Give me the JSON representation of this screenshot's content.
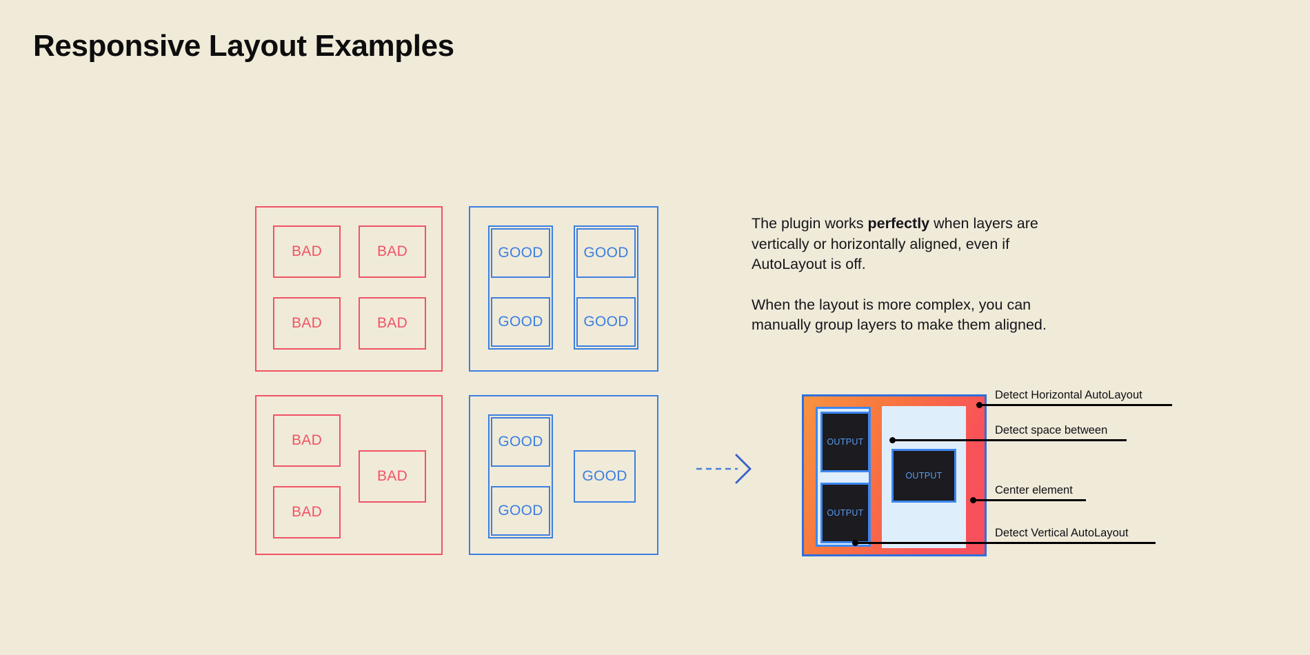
{
  "page": {
    "title": "Responsive Layout Examples",
    "background_color": "#f0ead9",
    "bad_color": "#f05364",
    "good_color": "#3b7fe0",
    "text_color": "#15151a"
  },
  "copy": {
    "paragraph1_part1": "The plugin works ",
    "paragraph1_bold": "perfectly",
    "paragraph1_part2": " when layers are vertically or horizontally aligned, even if AutoLayout is off.",
    "paragraph2": "When the layout is more complex, you can manually group layers to make them aligned."
  },
  "arrow": {
    "icon": "dashed-right-arrow-icon"
  },
  "panels": {
    "bad_grid": {
      "label": "bad-grid-panel",
      "cells": [
        {
          "text": "BAD"
        },
        {
          "text": "BAD"
        },
        {
          "text": "BAD"
        },
        {
          "text": "BAD"
        }
      ]
    },
    "good_grid": {
      "label": "good-grid-panel",
      "cells": [
        {
          "text": "GOOD"
        },
        {
          "text": "GOOD"
        },
        {
          "text": "GOOD"
        },
        {
          "text": "GOOD"
        }
      ]
    },
    "bad_complex": {
      "label": "bad-complex-panel",
      "cells": [
        {
          "text": "BAD"
        },
        {
          "text": "BAD"
        },
        {
          "text": "BAD"
        }
      ]
    },
    "good_complex": {
      "label": "good-complex-panel",
      "cells": [
        {
          "text": "GOOD"
        },
        {
          "text": "GOOD"
        },
        {
          "text": "GOOD"
        }
      ]
    }
  },
  "result_diagram": {
    "outputs": [
      {
        "text": "OUTPUT"
      },
      {
        "text": "OUTPUT"
      },
      {
        "text": "OUTPUT"
      }
    ],
    "frame_border_color": "#2f6fdd",
    "fill_start_color": "#f79340",
    "fill_end_color": "#f84f5d",
    "column_fill_color": "#dfeefb",
    "output_fill_color": "#1b1b20",
    "output_text_color": "#5b9bf0",
    "annotations": [
      {
        "label": "Detect Horizontal AutoLayout"
      },
      {
        "label": "Detect space between"
      },
      {
        "label": "Center element"
      },
      {
        "label": "Detect Vertical AutoLayout"
      }
    ]
  }
}
